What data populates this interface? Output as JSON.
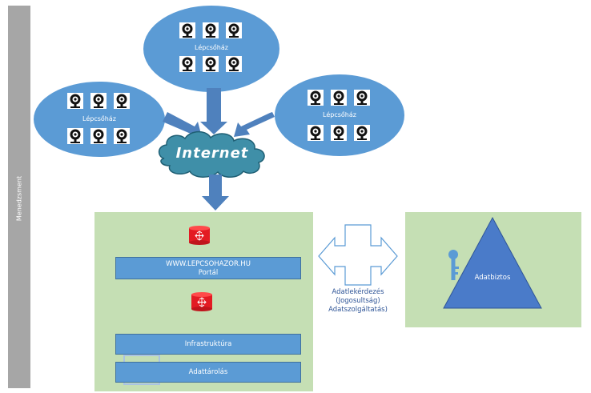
{
  "sidebar": {
    "label": "Menedzsment"
  },
  "clouds": [
    {
      "label": "Lépcsőház"
    },
    {
      "label": "Lépcsőház"
    },
    {
      "label": "Lépcsőház"
    }
  ],
  "internet": {
    "label": "Internet"
  },
  "portal": {
    "url": "WWW.LEPCSOHAZOR.HU",
    "label": "Portál",
    "infrastructure": "Infrastruktúra",
    "storage": "Adattárolás"
  },
  "connector": {
    "line1": "Adatlekérdezés",
    "line2": "(Jogosultság)",
    "line3": "Adatszolgáltatás)"
  },
  "trustee": {
    "label": "Adatbiztos"
  },
  "colors": {
    "ellipse": "#5b9bd5",
    "panel": "#c5dfb4",
    "arrow": "#4f81bd",
    "internet_cloud": "#3f8fa8",
    "database": "#e31b23",
    "sidebar": "#a6a6a6"
  },
  "icons": [
    "webcam-icon",
    "database-icon",
    "key-icon",
    "lock-icon",
    "cloud-icon",
    "triangle-icon"
  ]
}
